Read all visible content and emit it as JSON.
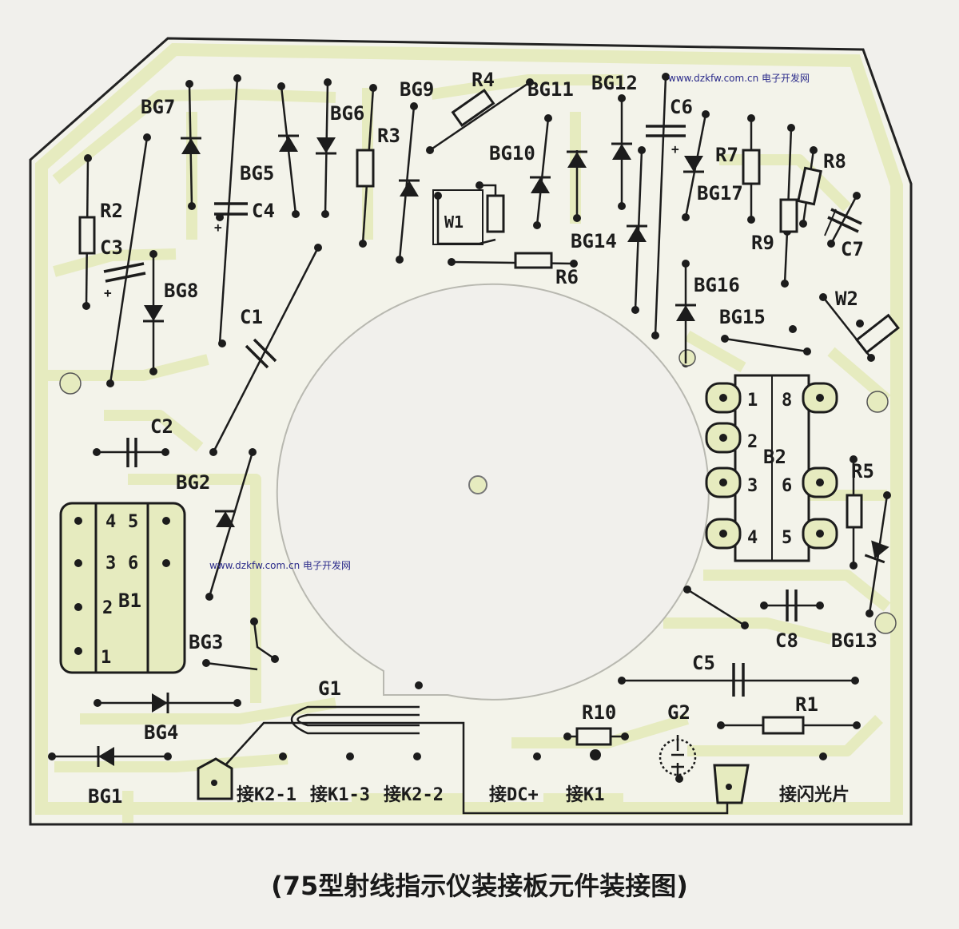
{
  "watermark": "www.dzkfw.com.cn 电子开发网",
  "caption": "(75型射线指示仪装接板元件装接图)",
  "colors": {
    "board": "#e6ebbf",
    "ink": "#1c1c1c",
    "paper": "#f1f0ec"
  },
  "labels": {
    "bg7": "BG7",
    "bg5": "BG5",
    "bg6": "BG6",
    "r3": "R3",
    "bg9": "BG9",
    "r4": "R4",
    "bg11": "BG11",
    "bg12": "BG12",
    "c6": "C6",
    "bg10": "BG10",
    "w1": "W1",
    "bg14": "BG14",
    "bg17": "BG17",
    "r7": "R7",
    "r8": "R8",
    "r9": "R9",
    "c7": "C7",
    "r2": "R2",
    "c3": "C3",
    "bg8": "BG8",
    "c4": "C4",
    "c1": "C1",
    "r6": "R6",
    "bg16": "BG16",
    "bg15": "BG15",
    "w2": "W2",
    "c2": "C2",
    "bg2": "BG2",
    "b1": "B1",
    "b2": "B2",
    "r5": "R5",
    "bg3": "BG3",
    "c8": "C8",
    "bg13": "BG13",
    "c5": "C5",
    "g1": "G1",
    "bg4": "BG4",
    "r10": "R10",
    "g2": "G2",
    "r1": "R1",
    "bg1": "BG1"
  },
  "pins": {
    "b1": [
      "4",
      "5",
      "3",
      "6",
      "2",
      "1"
    ],
    "b2": [
      "1",
      "8",
      "2",
      "3",
      "6",
      "4",
      "5"
    ]
  },
  "terminals": {
    "k21": "接K2-1",
    "k13": "接K1-3",
    "k22": "接K2-2",
    "dc": "接DC+",
    "k1": "接K1",
    "pv": "接闪光片"
  }
}
